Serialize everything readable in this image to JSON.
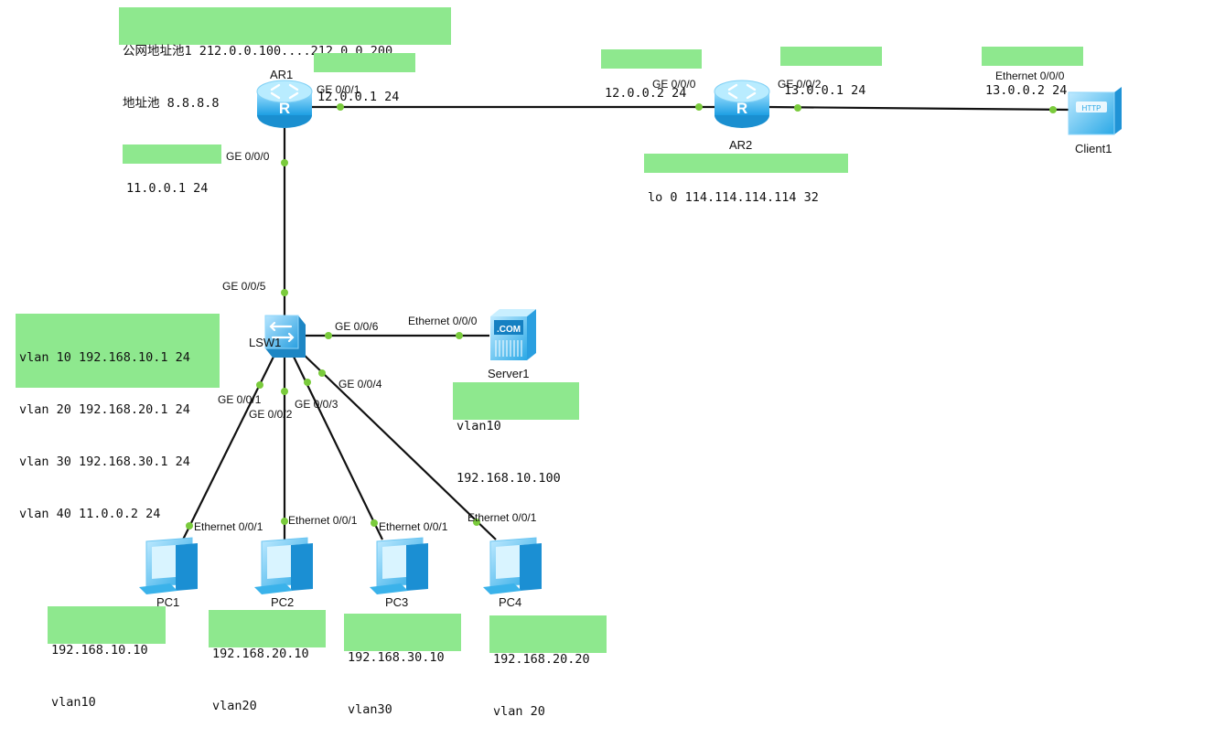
{
  "colors": {
    "note_bg": "#8ee88e",
    "link": "#111111",
    "port_dot": "#7acb3c",
    "device_blue": "#2aa8e6"
  },
  "notes": {
    "nat_pool": [
      "公网地址池1 212.0.0.100....212.0.0.200",
      "地址池 8.8.8.8"
    ],
    "ar1_ge001": [
      "12.0.0.1 24"
    ],
    "ar2_ge000": [
      "12.0.0.2 24"
    ],
    "ar2_ge002": [
      "13.0.0.1 24"
    ],
    "client_eth": [
      "13.0.0.2 24"
    ],
    "ar1_ge000": [
      "11.0.0.1 24"
    ],
    "ar2_lo": [
      "lo 0 114.114.114.114 32"
    ],
    "lsw_vlans": [
      "vlan 10 192.168.10.1 24",
      "vlan 20 192.168.20.1 24",
      "vlan 30 192.168.30.1 24",
      "vlan 40 11.0.0.2 24"
    ],
    "server": [
      "vlan10",
      "192.168.10.100"
    ],
    "pc1": [
      "192.168.10.10",
      "vlan10"
    ],
    "pc2": [
      "192.168.20.10",
      "vlan20"
    ],
    "pc3": [
      "192.168.30.10",
      "vlan30"
    ],
    "pc4": [
      "192.168.20.20",
      "vlan 20"
    ]
  },
  "devices": {
    "ar1": "AR1",
    "ar2": "AR2",
    "lsw1": "LSW1",
    "server1": "Server1",
    "client1": "Client1",
    "pc1": "PC1",
    "pc2": "PC2",
    "pc3": "PC3",
    "pc4": "PC4"
  },
  "ports": {
    "ar1_ge001": "GE 0/0/1",
    "ar1_ge000": "GE 0/0/0",
    "ar2_ge000": "GE 0/0/0",
    "ar2_ge002": "GE 0/0/2",
    "client_eth": "Ethernet 0/0/0",
    "lsw_ge005": "GE 0/0/5",
    "lsw_ge006": "GE 0/0/6",
    "server_eth": "Ethernet 0/0/0",
    "lsw_ge001": "GE 0/0/1",
    "lsw_ge002": "GE 0/0/2",
    "lsw_ge003": "GE 0/0/3",
    "lsw_ge004": "GE 0/0/4",
    "pc1_eth": "Ethernet 0/0/1",
    "pc2_eth": "Ethernet 0/0/1",
    "pc3_eth": "Ethernet 0/0/1",
    "pc4_eth": "Ethernet 0/0/1"
  },
  "icons": {
    "router": "router-icon",
    "switch": "switch-icon",
    "server": "server-icon",
    "client": "client-icon",
    "pc": "pc-icon"
  },
  "server_badge": ".COM",
  "client_badge": "HTTP"
}
